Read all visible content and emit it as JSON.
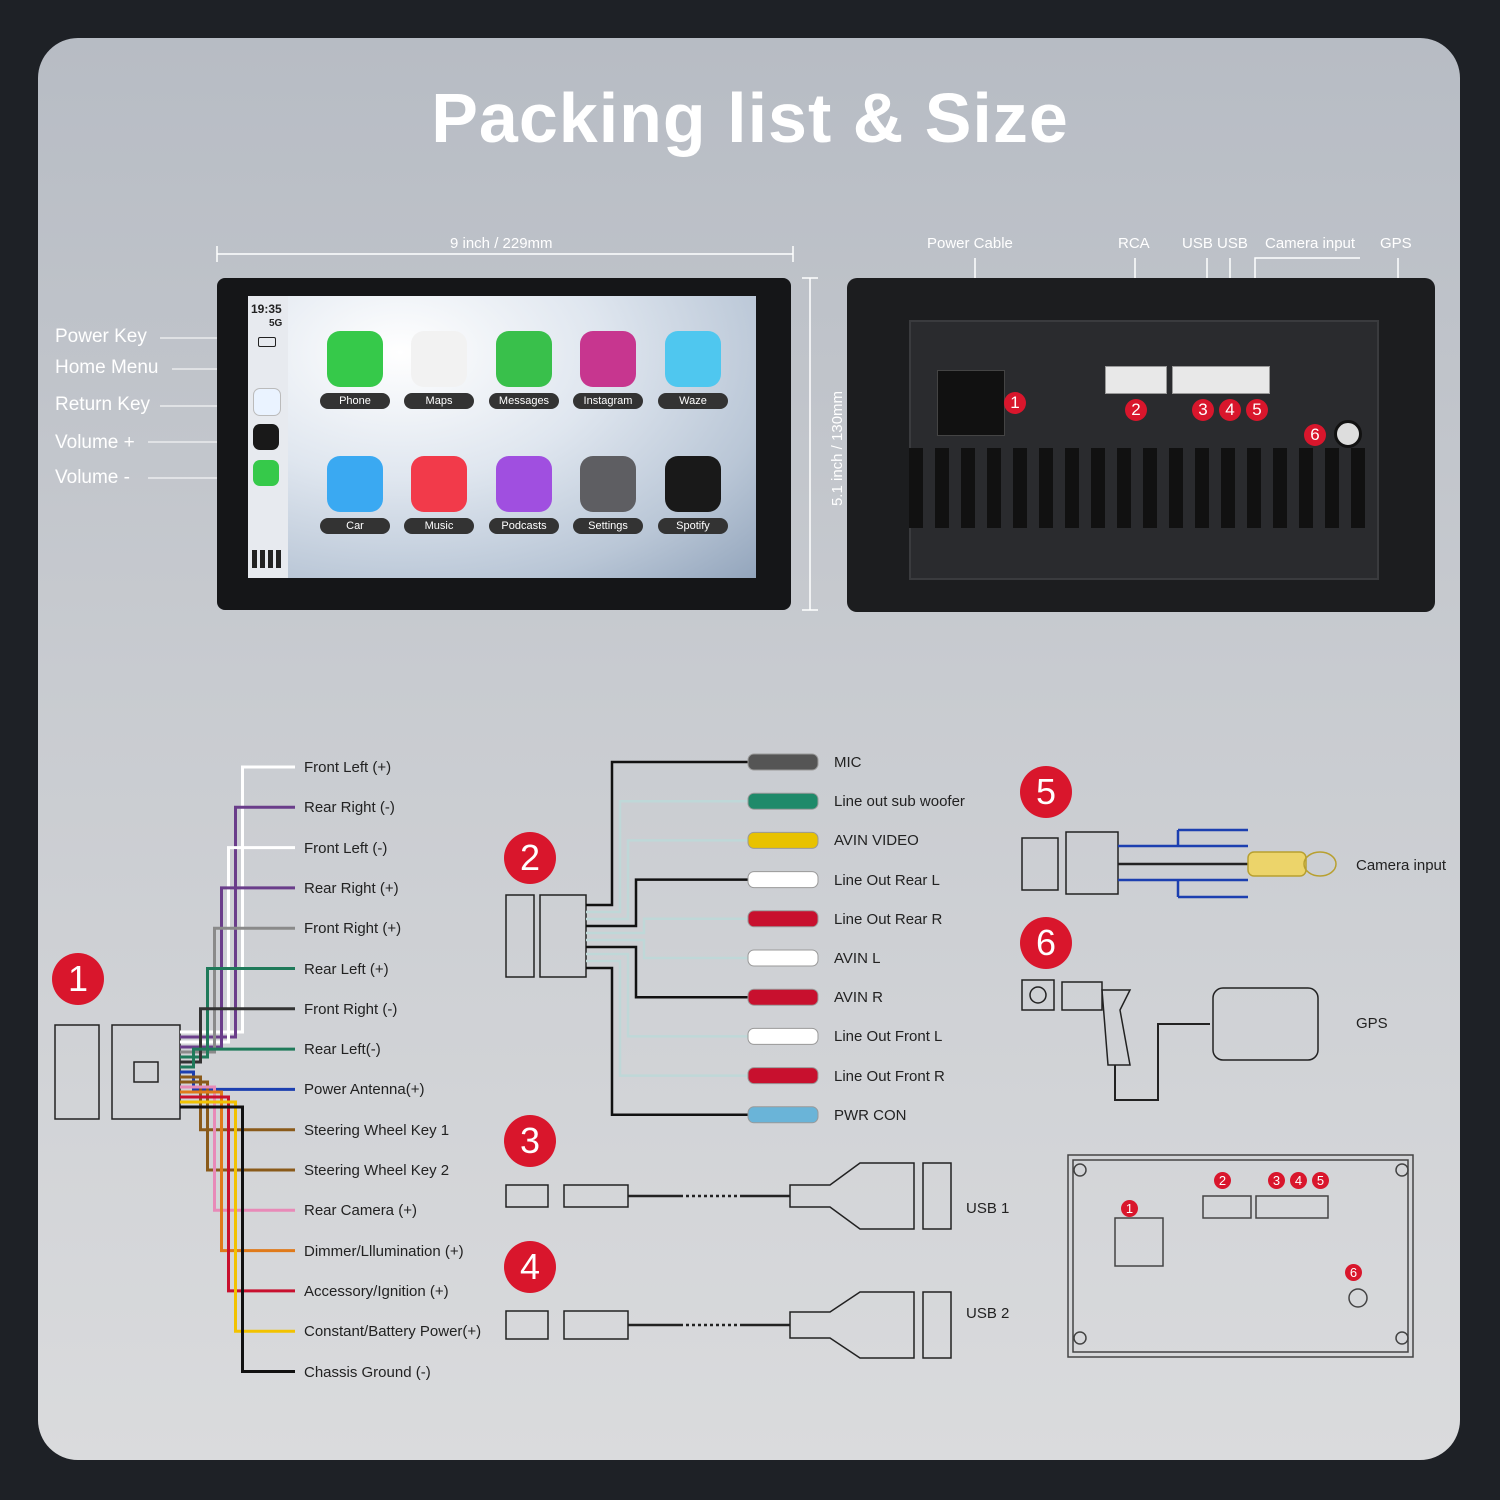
{
  "title": "Packing list & Size",
  "dimensions": {
    "width": "9 inch / 229mm",
    "height": "5.1 inch / 130mm"
  },
  "side_keys": [
    "Power Key",
    "Home Menu",
    "Return Key",
    "Volume +",
    "Volume -"
  ],
  "screen": {
    "time": "19:35",
    "signal": "5G",
    "apps": [
      "Phone",
      "Maps",
      "Messages",
      "Instagram",
      "Waze",
      "Car",
      "Music",
      "Podcasts",
      "Settings",
      "Spotify"
    ],
    "app_colors": [
      "#36c94a",
      "#f2f2f2",
      "#39c04b",
      "#c7368f",
      "#4fc7ef",
      "#3aa9f2",
      "#f23a4a",
      "#a04fe0",
      "#5e5e62",
      "#191919"
    ]
  },
  "back_labels": [
    "Power Cable",
    "RCA",
    "USB USB",
    "Camera input",
    "GPS"
  ],
  "port_numbers": [
    "1",
    "2",
    "3",
    "4",
    "5",
    "6"
  ],
  "harness1": {
    "number": "1",
    "wires": [
      {
        "label": "Front Left (+)",
        "color": "#ffffff"
      },
      {
        "label": "Rear Right (-)",
        "color": "#6a3d8a"
      },
      {
        "label": "Front Left (-)",
        "color": "#ffffff"
      },
      {
        "label": "Rear Right (+)",
        "color": "#6a3d8a"
      },
      {
        "label": "Front Right (+)",
        "color": "#8a8a8a"
      },
      {
        "label": "Rear Left (+)",
        "color": "#1f7a5a"
      },
      {
        "label": "Front Right (-)",
        "color": "#333333"
      },
      {
        "label": "Rear Left(-)",
        "color": "#1f7a5a"
      },
      {
        "label": "Power Antenna(+)",
        "color": "#1c3fb0"
      },
      {
        "label": "Steering Wheel Key 1",
        "color": "#8a5a1a"
      },
      {
        "label": "Steering Wheel Key 2",
        "color": "#8a5a1a"
      },
      {
        "label": "Rear Camera (+)",
        "color": "#e88ab8"
      },
      {
        "label": "Dimmer/Lllumination (+)",
        "color": "#e07a1a"
      },
      {
        "label": "Accessory/Ignition (+)",
        "color": "#c8102e"
      },
      {
        "label": "Constant/Battery Power(+)",
        "color": "#f2c200"
      },
      {
        "label": "Chassis Ground (-)",
        "color": "#111111"
      }
    ]
  },
  "harness2": {
    "number": "2",
    "wires": [
      "MIC",
      "Line out sub woofer",
      "AVIN VIDEO",
      "Line Out Rear L",
      "Line Out Rear R",
      "AVIN L",
      "AVIN R",
      "Line Out Front L",
      "Line Out Front R",
      "PWR CON"
    ],
    "plug_colors": [
      "#555555",
      "#1f8a6a",
      "#e8c200",
      "#ffffff",
      "#c8102e",
      "#ffffff",
      "#c8102e",
      "#ffffff",
      "#c8102e",
      "#6ab4d8"
    ]
  },
  "usb1": {
    "number": "3",
    "label": "USB 1"
  },
  "usb2": {
    "number": "4",
    "label": "USB 2"
  },
  "camera": {
    "number": "5",
    "label": "Camera input"
  },
  "gps": {
    "number": "6",
    "label": "GPS"
  }
}
